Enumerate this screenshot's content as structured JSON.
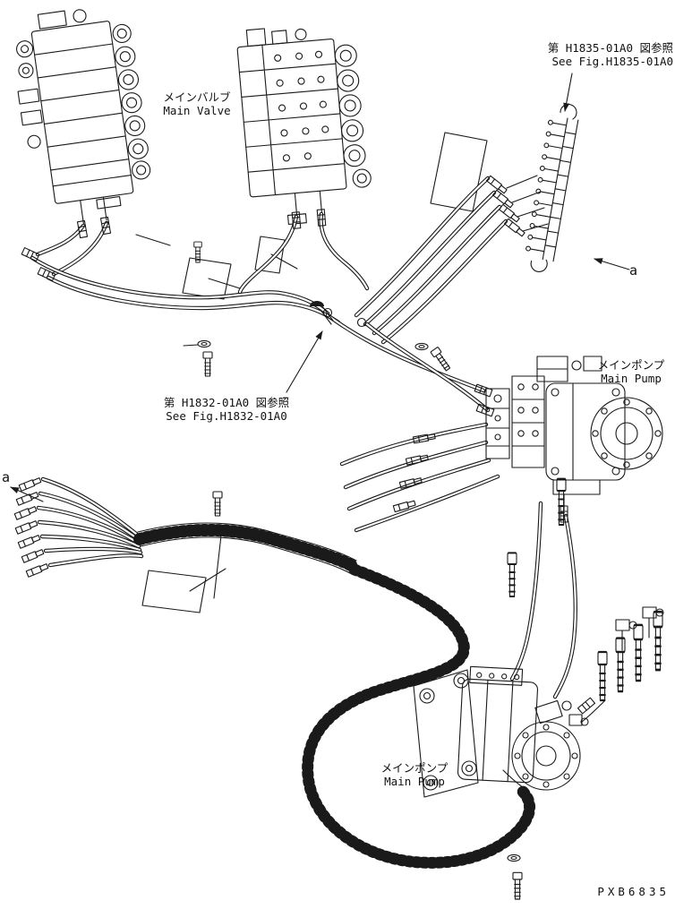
{
  "page": {
    "background": "#ffffff",
    "line_color": "#1a1a1a",
    "type": "hydraulic-piping-parts-diagram"
  },
  "labels": {
    "main_valve": {
      "jp": "メインバルブ",
      "en": "Main Valve"
    },
    "ref_top_right": {
      "jp": "第 H1835-01A0 図参照",
      "en": "See Fig.H1835-01A0"
    },
    "ref_center": {
      "jp": "第 H1832-01A0 図参照",
      "en": "See Fig.H1832-01A0"
    },
    "main_pump_upper": {
      "jp": "メインポンプ",
      "en": "Main Pump"
    },
    "main_pump_lower": {
      "jp": "メインポンプ",
      "en": "Main Pump"
    },
    "view_a_right": "a",
    "view_a_left": "a",
    "part_code": "PXB6835"
  }
}
